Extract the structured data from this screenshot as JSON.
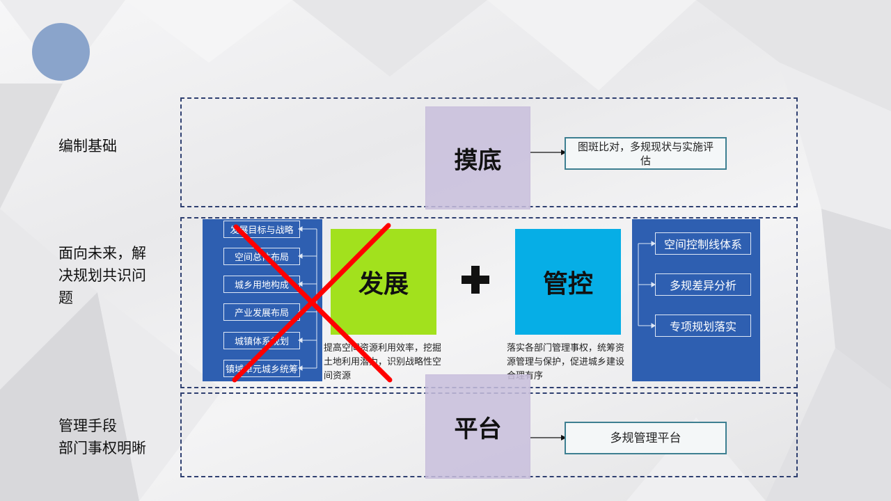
{
  "labels": {
    "basis": "编制基础",
    "consensus": "面向未来，解\n决规划共识问\n题",
    "management": "管理手段\n部门事权明晰"
  },
  "stages": {
    "survey": "摸底",
    "development": "发展",
    "control": "管控",
    "platform": "平台"
  },
  "outputs": {
    "survey": "图斑比对，多规现状与实施评估",
    "platform": "多规管理平台"
  },
  "plus_symbol": "+",
  "left_list": [
    "发展目标与战略",
    "空间总体布局",
    "城乡用地构成",
    "产业发展布局",
    "城镇体系规划",
    "镇域单元城乡统筹"
  ],
  "right_list": [
    "空间控制线体系",
    "多规差异分析",
    "专项规划落实"
  ],
  "descriptions": {
    "development": "提高空间资源利用效率，挖掘土地利用潜力，识别战略性空间资源",
    "control": "落实各部门管理事权，统筹资源管理与保护，促进城乡建设合理有序"
  },
  "colors": {
    "dash_border": "#2e3f70",
    "panel_blue": "#2e5fb1",
    "green": "#a2e11d",
    "cyan": "#06aee6",
    "purple": "#c8bedc",
    "cross_red": "#ff0000",
    "circle": "#8aa4cb"
  }
}
